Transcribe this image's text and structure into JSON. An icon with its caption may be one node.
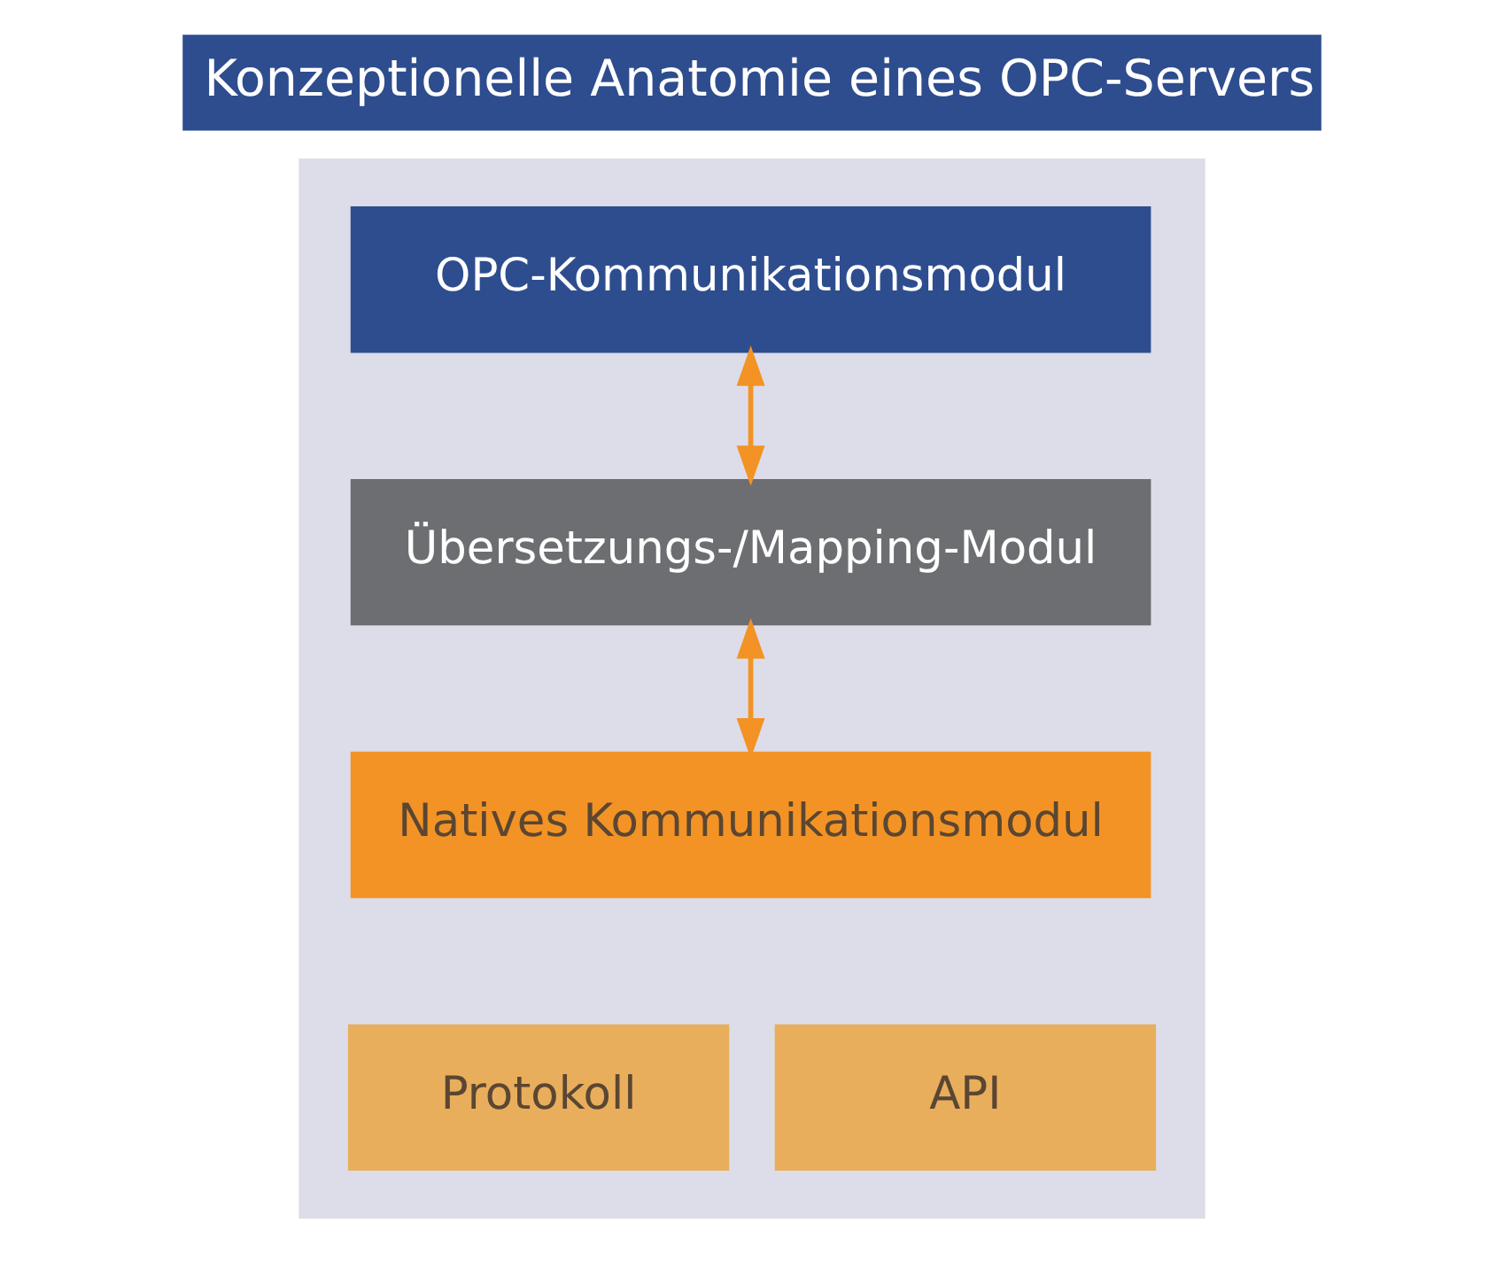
{
  "diagram": {
    "title": "Konzeptionelle Anatomie eines OPC-Servers",
    "nodes": [
      {
        "text": [],
        "shape": "box"
      },
      {
        "text": [
          "OPC-Kommunikationsmodul"
        ],
        "in": 0
      },
      {
        "text": [
          "Übersetzungs-/Mapping-Modul"
        ],
        "in": 0
      },
      {
        "text": [
          "Natives Kommunikationsmodul"
        ],
        "in": 0
      },
      {
        "text": [
          "Protokoll"
        ],
        "in": 0
      },
      {
        "text": [
          "API"
        ],
        "in": 0
      }
    ],
    "edges": [
      {
        "from": 1,
        "to": 2,
        "arrow": "both"
      },
      {
        "from": 2,
        "to": 3,
        "arrow": "both"
      }
    ]
  }
}
